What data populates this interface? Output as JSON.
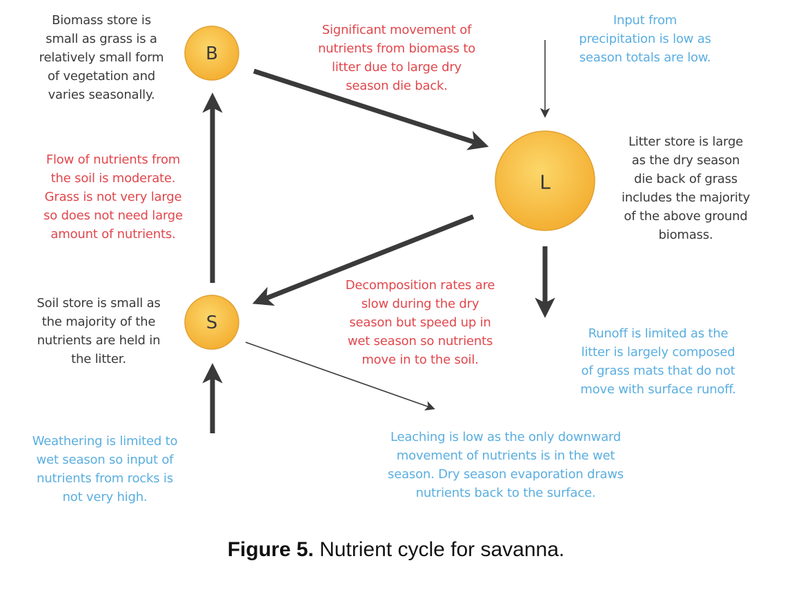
{
  "nodes": {
    "biomass": {
      "label": "B"
    },
    "litter": {
      "label": "L"
    },
    "soil": {
      "label": "S"
    }
  },
  "notes": {
    "biomass_store": "Biomass store is\nsmall as grass is a\nrelatively small form\nof vegetation and\nvaries seasonally.",
    "biomass_to_litter": "Significant movement of\nnutrients from biomass to\nlitter due to large dry\nseason die back.",
    "precipitation": "Input from\nprecipitation is low as\nseason totals are low.",
    "litter_store": "Litter store is large\nas the dry season\ndie back of grass\nincludes the majority\nof the above ground\nbiomass.",
    "soil_to_biomass": "Flow of nutrients from\nthe soil is moderate.\nGrass is not very large\nso does not need large\namount of nutrients.",
    "decomposition": "Decomposition rates are\nslow during the dry\nseason but speed up in\nwet season so nutrients\nmove in to the soil.",
    "soil_store": "Soil store is small as\nthe majority of the\nnutrients are held in\nthe litter.",
    "runoff": "Runoff is limited as the\nlitter is largely composed\nof grass mats that do not\nmove with surface runoff.",
    "weathering": "Weathering is limited to\nwet season so input of\nnutrients from rocks is\nnot very high.",
    "leaching": "Leaching is low as the only downward\nmovement of nutrients is in the wet\nseason. Dry season evaporation draws\nnutrients back to the surface."
  },
  "caption": {
    "prefix": "Figure 5.",
    "text": " Nutrient cycle for savanna."
  },
  "colors": {
    "node_fill": "#f5b93a",
    "node_fill_center": "#fcd76a",
    "arrow": "#3a3a3a",
    "text_dark": "#3a3a3a",
    "text_red": "#e0474c",
    "text_blue": "#5aaee0"
  }
}
